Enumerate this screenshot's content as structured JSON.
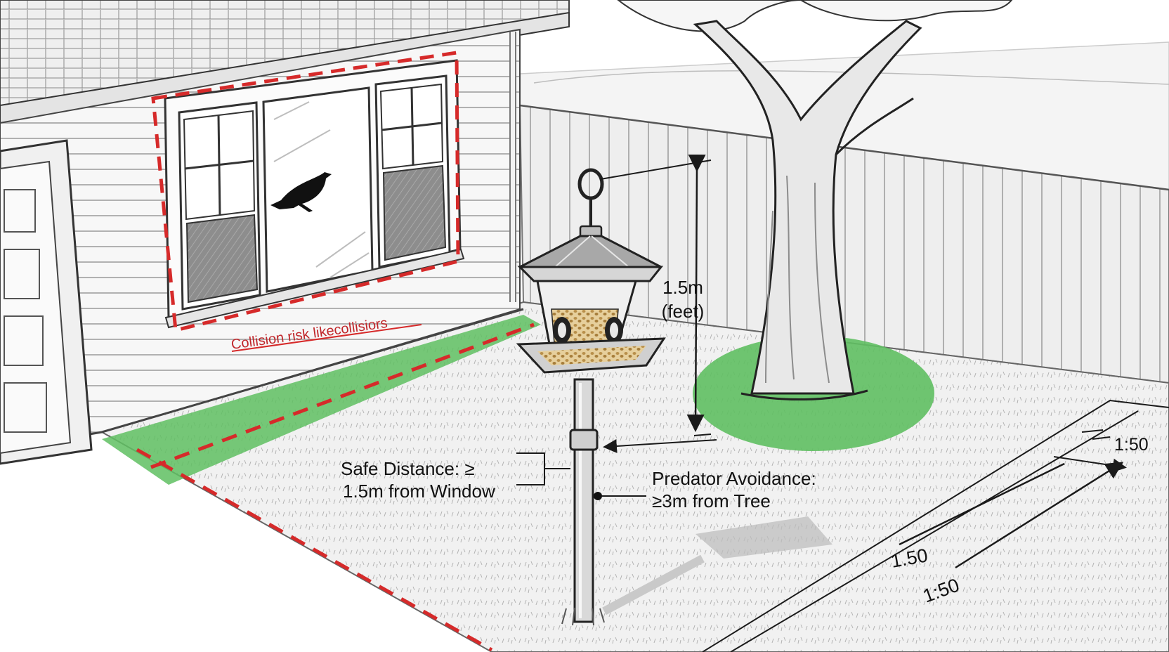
{
  "labels": {
    "collision_risk": "Collision risk likecollisiors",
    "height_value": "1.5m",
    "height_unit": "(feet)",
    "safe_distance_line1": "Safe Distance: ≥",
    "safe_distance_line2": "1.5m from Window",
    "predator_line1": "Predator Avoidance:",
    "predator_line2": "≥3m from Tree",
    "scale_right": "1:50",
    "scale_bottom_1": "1.50",
    "scale_bottom_2": "1:50"
  },
  "colors": {
    "danger_red": "#d62a2a",
    "zone_green": "#5fbf62",
    "line_black": "#1a1a1a",
    "glass_gray": "#8a8a8a",
    "seed_tan": "#d9b77a"
  }
}
